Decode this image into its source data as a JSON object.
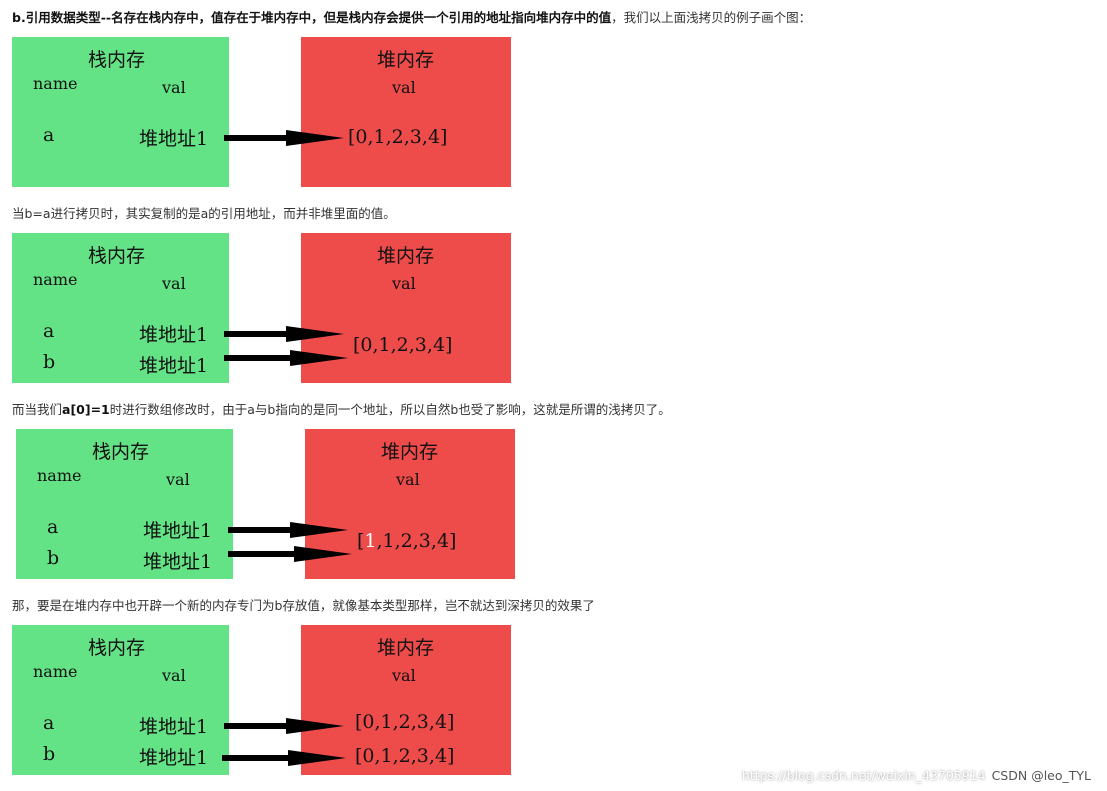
{
  "captions": [
    {
      "bold": "b.引用数据类型--名存在栈内存中，值存在于堆内存中，但是栈内存会提供一个引用的地址指向堆内存中的值",
      "rest": "，我们以上面浅拷贝的例子画个图："
    },
    {
      "pre": "当b=a进行拷贝时，其实复制的是a的引用地址，而并非堆里面的值。"
    },
    {
      "pre": "而当我们",
      "bold": "a[0]=1",
      "rest": "时进行数组修改时，由于a与b指向的是同一个地址，所以自然b也受了影响，这就是所谓的浅拷贝了。"
    },
    {
      "pre": "那，要是在堆内存中也开辟一个新的内存专门为b存放值，就像基本类型那样，岂不就达到深拷贝的效果了"
    }
  ],
  "diagram": {
    "stack_title": "栈内存",
    "heap_title": "堆内存",
    "name_header": "name",
    "val_header": "val",
    "heap_val_header": "val",
    "stack_color": "#64e286",
    "heap_color": "#ee4c4a"
  },
  "figures": [
    {
      "rows": [
        {
          "name": "a",
          "addr": "堆地址1"
        }
      ],
      "heap": [
        {
          "open": "[",
          "first": "0",
          "rest": ",1,2,3,4]"
        }
      ]
    },
    {
      "rows": [
        {
          "name": "a",
          "addr": "堆地址1"
        },
        {
          "name": "b",
          "addr": "堆地址1"
        }
      ],
      "heap": [
        {
          "open": "[",
          "first": "0",
          "rest": ",1,2,3,4]"
        }
      ]
    },
    {
      "rows": [
        {
          "name": "a",
          "addr": "堆地址1"
        },
        {
          "name": "b",
          "addr": "堆地址1"
        }
      ],
      "heap": [
        {
          "open": "[",
          "first": "1",
          "rest": ",1,2,3,4]",
          "highlight": true
        }
      ]
    },
    {
      "rows": [
        {
          "name": "a",
          "addr": "堆地址1"
        },
        {
          "name": "b",
          "addr": "堆地址1"
        }
      ],
      "heap": [
        {
          "open": "[",
          "first": "0",
          "rest": ",1,2,3,4]"
        },
        {
          "open": "[",
          "first": "0",
          "rest": ",1,2,3,4]"
        }
      ]
    }
  ],
  "watermark": {
    "url": "https://blog.csdn.net/weixin_43705914",
    "brand": "CSDN @leo_TYL"
  }
}
